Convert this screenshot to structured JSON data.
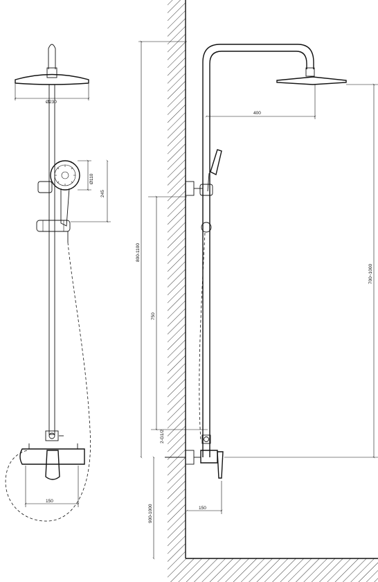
{
  "dimensions": {
    "head_diameter": "Ø230",
    "hand_diameter": "Ø110",
    "hand_height": "245",
    "mixer_width_front": "150",
    "arm_reach": "400",
    "rail_range": "800-1100",
    "outlet_height": "750",
    "inlet_thread": "2-G1/2",
    "floor_height": "900-1000",
    "mixer_depth_side": "150",
    "overall_range": "700~1000"
  },
  "colors": {
    "line": "#111111",
    "background": "#ffffff"
  }
}
